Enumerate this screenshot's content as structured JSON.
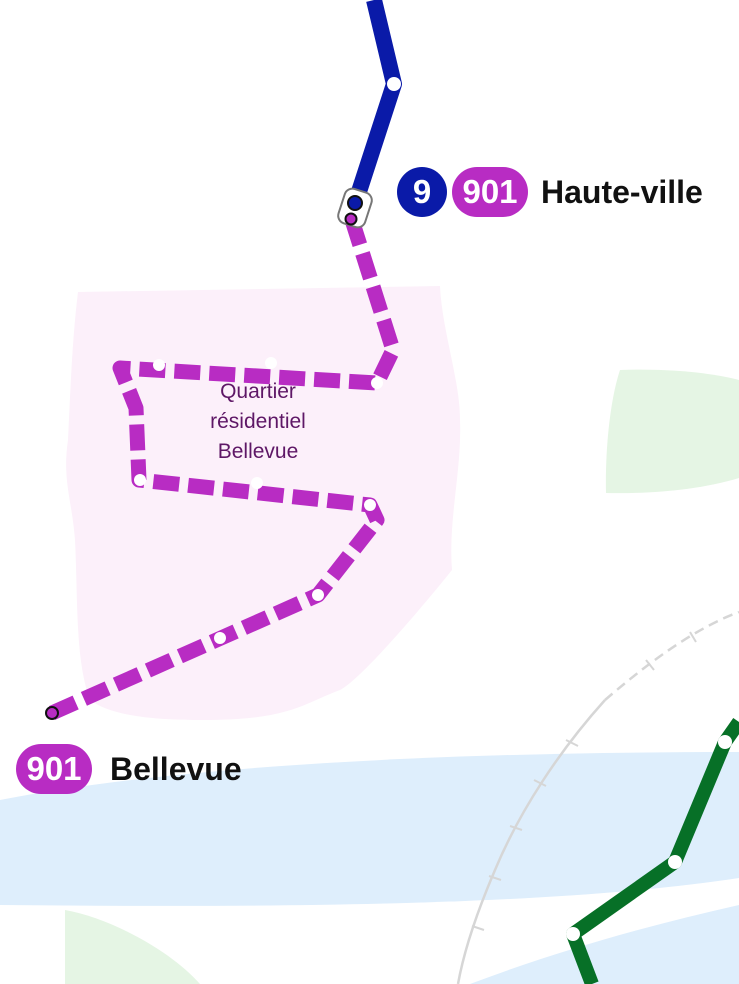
{
  "colors": {
    "line_9": "#0a1aa8",
    "line_901": "#b82cc3",
    "green_line": "#077027",
    "water": "#deeefc",
    "park": "#e5f5e4",
    "residential_area": "#fcf0fa",
    "rail": "#d6d6d6"
  },
  "stops": {
    "haute_ville": {
      "name": "Haute-ville",
      "lines": [
        "9",
        "901"
      ]
    },
    "bellevue": {
      "name": "Bellevue",
      "lines": [
        "901"
      ]
    }
  },
  "area": {
    "label_lines": [
      "Quartier",
      "résidentiel",
      "Bellevue"
    ]
  },
  "icons": {
    "interchange": "interchange-icon",
    "stop": "stop-circle-icon"
  }
}
